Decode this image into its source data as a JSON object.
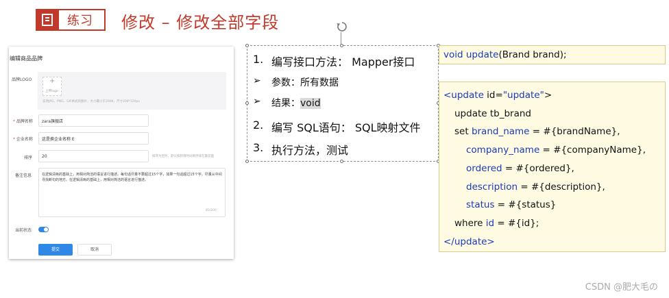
{
  "header": {
    "tag_label": "练习",
    "title": "修改 – 修改全部字段",
    "accent_color": "#c0392b",
    "icon": "document-icon"
  },
  "form": {
    "title": "编辑商品品牌",
    "logo_label": "品牌LOGO",
    "upload_plus": "+",
    "upload_hint": "上传logo",
    "upload_note": "支持JPG、PNG、GIF格式的图片，大小最小于200K，尺寸200*120px",
    "brand_name_label": "品牌名称",
    "brand_name_value": "zara旗舰店",
    "company_name_label": "企业名称",
    "company_name_value": "这是换企业名称 E",
    "ordered_label": "排序",
    "ordered_value": "20",
    "ordered_note": "排序为空时，默认按新增时间倒序排在最前面",
    "description_label": "备注信息",
    "description_value": "在逻辑清晰的基础上，用相对简洁的语言进行描述。每句话尽量不要超过15个字，如果一句话超过15个字，尽量从中间寻找断句的地方。在逻辑清晰的基础上，用相对简洁的语言进行描述。",
    "description_counter": "85/200",
    "status_label": "当前状态",
    "submit_label": "提交",
    "cancel_label": "取消"
  },
  "steps": {
    "step1_num": "1.",
    "step1_text": "编写接口方法： Mapper接口",
    "bullet": "➢",
    "param_label": "参数：所有数据",
    "result_prefix": "结果：",
    "result_value": "void",
    "step2_num": "2.",
    "step2_text": "编写 SQL语句： SQL映射文件",
    "step3_num": "3.",
    "step3_text": "执行方法，测试"
  },
  "code_method": {
    "kw_void": "void",
    "kw_update": "update",
    "rest": "(Brand brand);"
  },
  "code_sql": {
    "open_tag": "<update",
    "id_attr": " id=",
    "id_value": "\"update\"",
    "open_close": ">",
    "line1": "update tb_brand",
    "set_kw": "set ",
    "l2_col": "brand_name",
    "l2_val": " = #{brandName},",
    "l3_col": "company_name",
    "l3_val": " = #{companyName},",
    "l4_col": "ordered",
    "l4_val": " = #{ordered},",
    "l5_col": "description",
    "l5_val": " = #{description},",
    "l6_col": "status",
    "l6_val": " = #{status}",
    "where_kw": "where ",
    "where_col": "id",
    "where_val": " = #{id};",
    "close_tag": "</update>"
  },
  "watermark": "CSDN @肥大毛の"
}
